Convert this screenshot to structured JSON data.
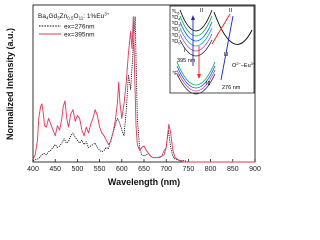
{
  "chart_data": {
    "type": "line",
    "xlabel": "Wavelength (nm)",
    "ylabel": "Normalized Intensity (a.u.)",
    "xlim": [
      400,
      900
    ],
    "ylim": [
      0,
      1.08
    ],
    "xticks": [
      400,
      450,
      500,
      550,
      600,
      650,
      700,
      750,
      800,
      850,
      900
    ],
    "legend": {
      "title": "Ba4Gd3Zn0.5O11: 1%Eu3+",
      "position": "top-left",
      "entries": [
        "ex=276nm",
        "ex=395nm"
      ]
    },
    "series": [
      {
        "name": "ex=276nm",
        "color": "#000000",
        "style": "dotted",
        "x": [
          400,
          410,
          415,
          420,
          425,
          430,
          435,
          440,
          445,
          450,
          455,
          460,
          465,
          470,
          475,
          480,
          485,
          490,
          495,
          500,
          505,
          510,
          515,
          520,
          525,
          530,
          535,
          540,
          545,
          550,
          555,
          560,
          565,
          570,
          575,
          580,
          585,
          590,
          595,
          600,
          605,
          610,
          615,
          620,
          625,
          630,
          635,
          640,
          645,
          650,
          655,
          660,
          665,
          670,
          675,
          680,
          685,
          690,
          695,
          700,
          705,
          710,
          715,
          720,
          730,
          740,
          750,
          800,
          850,
          900
        ],
        "y": [
          0.01,
          0.02,
          0.03,
          0.05,
          0.06,
          0.05,
          0.07,
          0.08,
          0.1,
          0.12,
          0.1,
          0.11,
          0.13,
          0.16,
          0.13,
          0.14,
          0.18,
          0.2,
          0.17,
          0.15,
          0.13,
          0.15,
          0.12,
          0.14,
          0.1,
          0.11,
          0.12,
          0.13,
          0.1,
          0.08,
          0.07,
          0.08,
          0.1,
          0.09,
          0.15,
          0.2,
          0.25,
          0.3,
          0.27,
          0.22,
          0.18,
          0.35,
          0.6,
          0.5,
          0.75,
          1.0,
          0.3,
          0.1,
          0.05,
          0.04,
          0.05,
          0.06,
          0.04,
          0.03,
          0.03,
          0.03,
          0.03,
          0.04,
          0.08,
          0.1,
          0.22,
          0.1,
          0.04,
          0.02,
          0.01,
          0.01,
          0.0,
          0.0,
          0.0,
          0.0
        ]
      },
      {
        "name": "ex=395nm",
        "color": "#e8335a",
        "style": "solid",
        "x": [
          400,
          405,
          410,
          413,
          417,
          420,
          423,
          426,
          430,
          435,
          440,
          445,
          450,
          455,
          460,
          465,
          468,
          472,
          476,
          480,
          485,
          490,
          495,
          500,
          505,
          510,
          515,
          520,
          525,
          530,
          535,
          540,
          545,
          550,
          555,
          560,
          565,
          570,
          575,
          580,
          585,
          590,
          593,
          596,
          600,
          605,
          610,
          615,
          620,
          623,
          626,
          629,
          632,
          635,
          640,
          645,
          650,
          655,
          660,
          665,
          670,
          680,
          690,
          695,
          700,
          703,
          706,
          710,
          715,
          720,
          730,
          740,
          750,
          800,
          850,
          900
        ],
        "y": [
          0.02,
          0.05,
          0.15,
          0.3,
          0.38,
          0.4,
          0.34,
          0.25,
          0.24,
          0.3,
          0.26,
          0.22,
          0.18,
          0.25,
          0.22,
          0.3,
          0.38,
          0.42,
          0.3,
          0.24,
          0.33,
          0.36,
          0.28,
          0.32,
          0.3,
          0.22,
          0.18,
          0.24,
          0.2,
          0.26,
          0.3,
          0.36,
          0.32,
          0.24,
          0.2,
          0.18,
          0.15,
          0.12,
          0.14,
          0.2,
          0.28,
          0.4,
          0.55,
          0.4,
          0.3,
          0.4,
          0.55,
          0.75,
          0.9,
          0.78,
          1.0,
          0.6,
          0.25,
          0.12,
          0.08,
          0.1,
          0.11,
          0.08,
          0.06,
          0.04,
          0.03,
          0.03,
          0.04,
          0.05,
          0.1,
          0.18,
          0.26,
          0.2,
          0.08,
          0.03,
          0.01,
          0.0,
          0.0,
          0.0,
          0.0,
          0.0
        ]
      }
    ]
  },
  "inset": {
    "levels": [
      "5L6",
      "5D4",
      "5D3",
      "5D2",
      "5D1",
      "5D0"
    ],
    "ground_levels": [
      "7FJ"
    ],
    "ground_sub": "J",
    "label_395": "395 nm",
    "label_276": "276 nm",
    "roman_II": "II",
    "roman_I": "I",
    "roman_III": "III",
    "ctband": "O2−Eu3+"
  },
  "colors": {
    "red_curve": "#e8335a",
    "black_curve": "#000000",
    "inset_arrow": "#ff2020",
    "inset_blue": "#2222cc"
  }
}
